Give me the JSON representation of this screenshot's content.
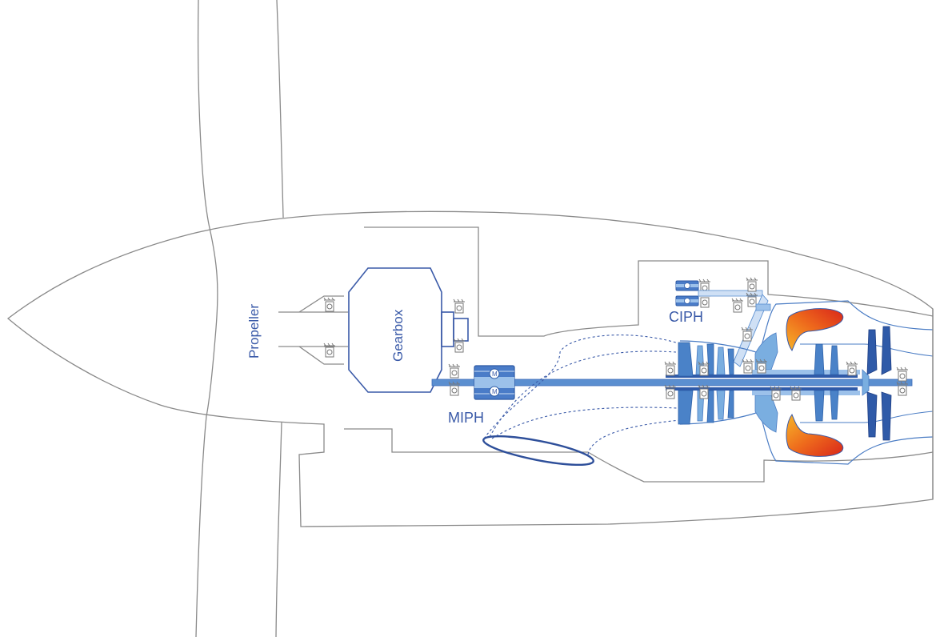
{
  "labels": {
    "propeller": "Propeller",
    "gearbox": "Gearbox",
    "miph": "MIPH",
    "ciph": "CIPH",
    "motor_symbol": "M"
  },
  "colors": {
    "outline": "#8a8a8a",
    "navy": "#3a5aa8",
    "shaft": "#5b8fd0",
    "shaft_light": "#9cc1ea",
    "combustor_hot": "#e23a1a",
    "combustor_warm": "#f5a020"
  }
}
